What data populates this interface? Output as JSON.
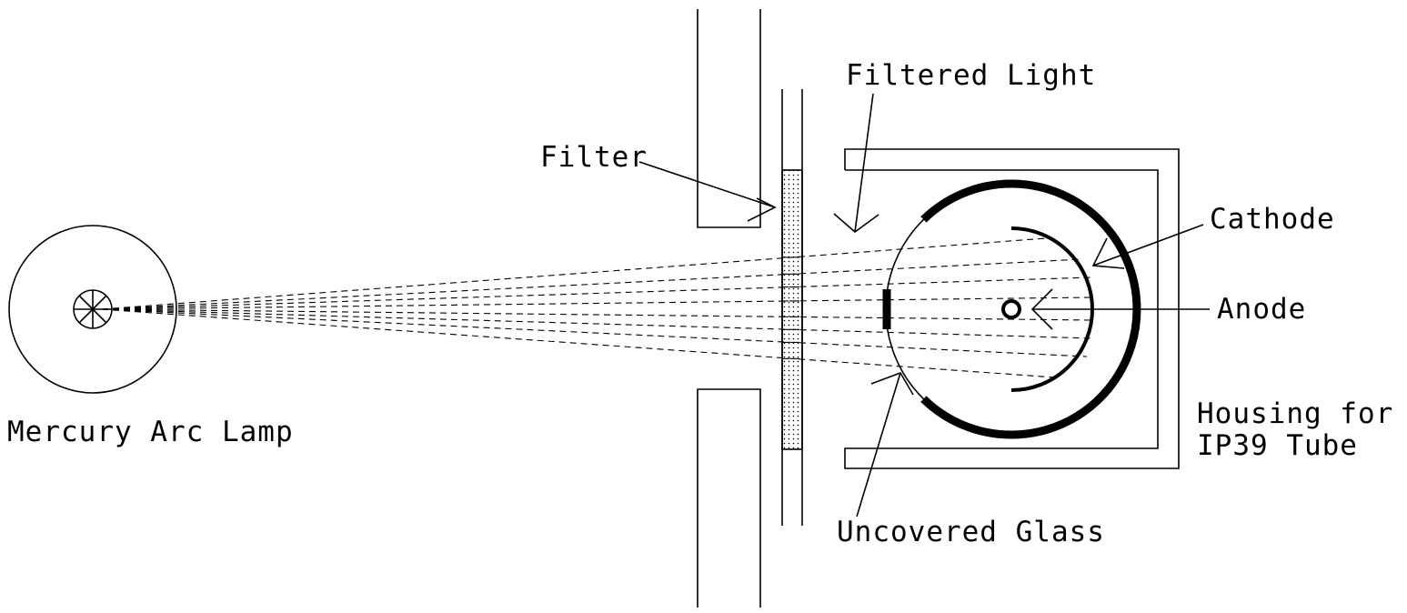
{
  "labels": {
    "lamp": "Mercury Arc Lamp",
    "filter": "Filter",
    "filtered_light": "Filtered Light",
    "cathode": "Cathode",
    "anode": "Anode",
    "housing_line1": "Housing for",
    "housing_line2": "IP39 Tube",
    "uncovered_glass": "Uncovered Glass"
  },
  "colors": {
    "ink": "#000000",
    "background": "#ffffff"
  },
  "ray_count": 8
}
